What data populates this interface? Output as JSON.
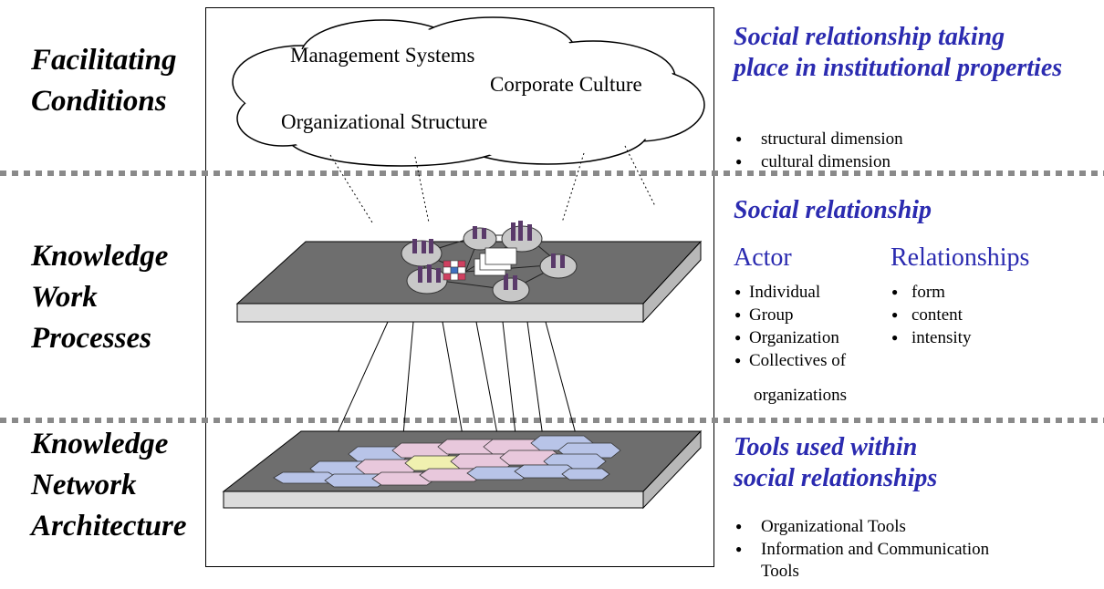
{
  "colors": {
    "heading": "#2b2bb0",
    "separator": "#8a8a8a",
    "platform_top": "#6e6e6e",
    "platform_side": "#dcdcdc"
  },
  "left_labels": {
    "facilitating": [
      "Facilitating",
      "Conditions"
    ],
    "processes": [
      "Knowledge",
      "Work",
      "Processes"
    ],
    "architecture": [
      "Knowledge",
      "Network",
      "Architecture"
    ]
  },
  "cloud": {
    "management_systems": "Management Systems",
    "corporate_culture": "Corporate Culture",
    "organizational_structure": "Organizational Structure"
  },
  "section1": {
    "heading": [
      "Social relationship taking",
      "place in institutional properties"
    ],
    "bullets": [
      "structural dimension",
      "cultural dimension"
    ]
  },
  "section2": {
    "heading": "Social relationship",
    "actor_title": "Actor",
    "actor_bullets": [
      "Individual",
      "Group",
      "Organization",
      "Collectives of"
    ],
    "actor_continuation": "organizations",
    "relationships_title": "Relationships",
    "relationship_bullets": [
      "form",
      "content",
      "intensity"
    ]
  },
  "section3": {
    "heading": [
      "Tools used within",
      "social relationships"
    ],
    "bullets": [
      "Organizational Tools",
      "Information and Communication"
    ],
    "continuation": "Tools"
  },
  "icons": [
    "cloud-icon",
    "people-group-icon",
    "network-grid-icon",
    "platform-icon"
  ]
}
